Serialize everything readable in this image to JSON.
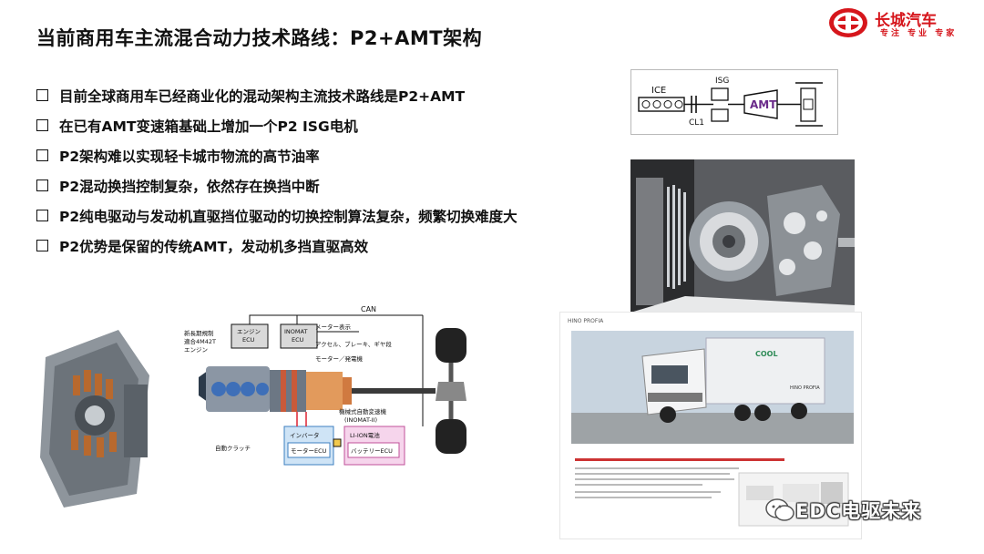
{
  "slide": {
    "title": "当前商用车主流混合动力技术路线：P2+AMT架构",
    "brand": {
      "name": "长城汽车",
      "slogan": "专注 专业 专家",
      "color": "#d6161c"
    },
    "bullets": [
      "目前全球商用车已经商业化的混动架构主流技术路线是P2+AMT",
      "在已有AMT变速箱基础上增加一个P2 ISG电机",
      "P2架构难以实现轻卡城市物流的高节油率",
      "P2混动换挡控制复杂，依然存在换挡中断",
      "P2纯电驱动与发动机直驱挡位驱动的切换控制算法复杂，频繁切换难度大",
      "P2优势是保留的传统AMT，发动机多挡直驱高效"
    ]
  },
  "schematic": {
    "ice": "ICE",
    "isg": "ISG",
    "cl1": "CL1",
    "amt": "AMT",
    "amt_color": "#6a2a8a"
  },
  "hybrid_diagram": {
    "can": "CAN",
    "engine_label": "新長期規制\n適合4M42T\nエンジン",
    "engine_ecu": "エンジン\nECU",
    "inomat_ecu": "INOMAT\nECU",
    "meter": "メーター表示",
    "pedals": "アクセル、ブレーキ、ギヤ段",
    "motor_gen": "モーター／発電機",
    "transmission": "機械式自動変速機\n(INOMAT-II)",
    "battery_title": "LI-ION電池",
    "inverter": "インバータ",
    "motor_ecu": "モーターECU",
    "battery_ecu": "バッテリーECU",
    "auto_clutch": "自動クラッチ"
  },
  "web_page": {
    "header": "HINO PROFIA",
    "truck_logo": "COOL",
    "truck_model": "HINO PROFIA"
  },
  "watermark": "EDC电驱未来"
}
